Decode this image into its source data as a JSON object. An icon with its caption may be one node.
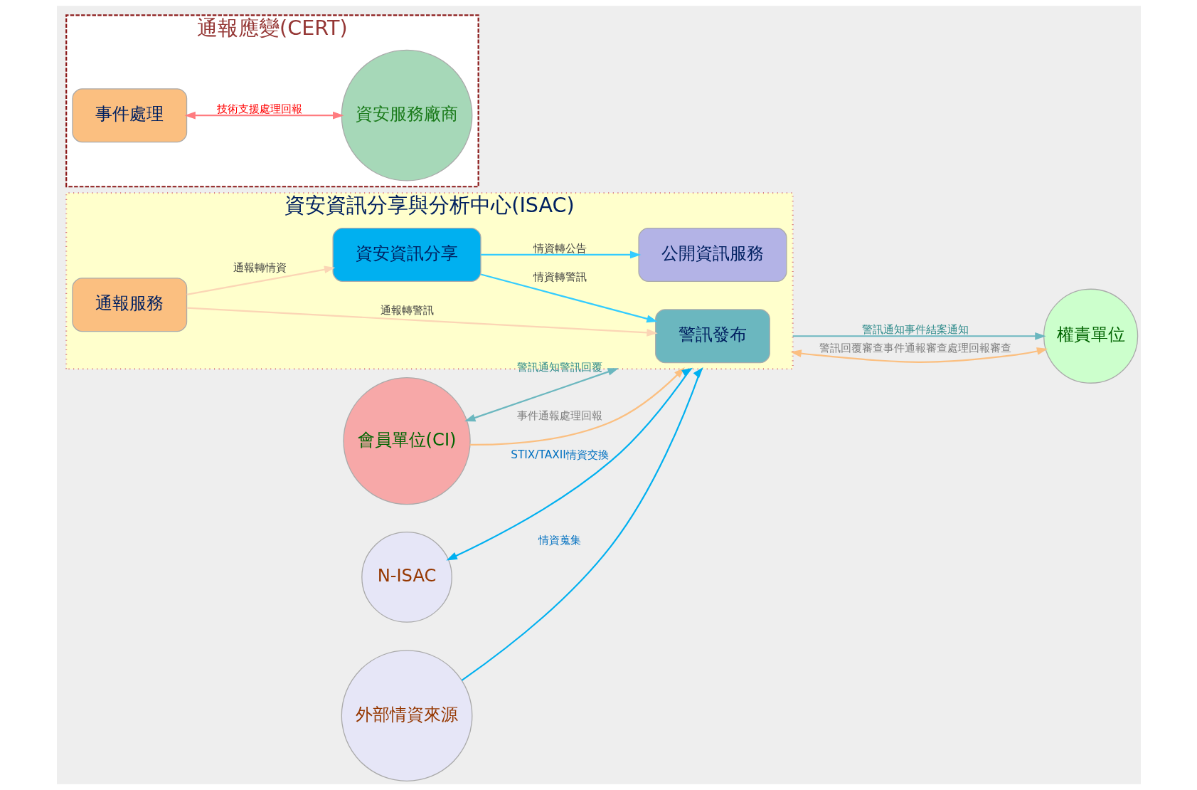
{
  "diagram": {
    "nodes": [
      {
        "text": [
          "資安資訊分享與分析中心(ISAC)"
        ]
      },
      {
        "text": [
          "警訊發布"
        ],
        "in": 0
      },
      {
        "text": [
          "資安資訊分享"
        ],
        "in": 0
      },
      {
        "text": [
          "通報服務"
        ],
        "in": 0
      },
      {
        "text": [
          "公開資訊服務"
        ],
        "in": 0
      },
      {
        "text": [
          "通報應變(CERT)"
        ]
      },
      {
        "text": [
          "事件處理"
        ],
        "in": 5
      },
      {
        "text": [
          "資安服務廠商"
        ],
        "in": 5
      },
      {
        "text": [
          "會員單位(CI)"
        ]
      },
      {
        "text": [
          "權責單位"
        ]
      },
      {
        "text": [
          "N-ISAC"
        ]
      },
      {
        "text": [
          "外部情資來源"
        ]
      }
    ],
    "edges": [
      {
        "from": 8,
        "to": 0,
        "arrow": "both",
        "label": "警訊通知警訊回覆",
        "color": "#6bb7bf"
      },
      {
        "from": 8,
        "to": 0,
        "arrow": "to",
        "label": "事件通報處理回報",
        "color": "#fbbf80"
      },
      {
        "from": 0,
        "to": 9,
        "arrow": "to",
        "label": "警訊通知事件結案通知",
        "color": "#6bb7bf"
      },
      {
        "from": 9,
        "to": 0,
        "arrow": "both",
        "label": "警訊回覆審查事件通報審查處理回報審查",
        "color": "#fbbf80"
      },
      {
        "from": 10,
        "to": 0,
        "arrow": "both",
        "label": "STIX/TAXII情資交換",
        "color": "#00b0f0"
      },
      {
        "from": 11,
        "to": 0,
        "arrow": "to",
        "label": "情資蒐集",
        "color": "#00b0f0"
      },
      {
        "from": 2,
        "to": 1,
        "arrow": "to",
        "label": "情資轉警訊",
        "color": "#33ccff"
      },
      {
        "from": 3,
        "to": 1,
        "arrow": "to",
        "label": "通報轉警訊",
        "color": "#fbd5b5"
      },
      {
        "from": 3,
        "to": 2,
        "arrow": "to",
        "label": "通報轉情資",
        "color": "#fbd5b5"
      },
      {
        "from": 2,
        "to": 4,
        "arrow": "to",
        "label": "情資轉公告",
        "color": "#33ccff"
      },
      {
        "from": 6,
        "to": 7,
        "arrow": "both",
        "label": "技術支援處理回報",
        "color": "#ff7c80"
      }
    ]
  }
}
